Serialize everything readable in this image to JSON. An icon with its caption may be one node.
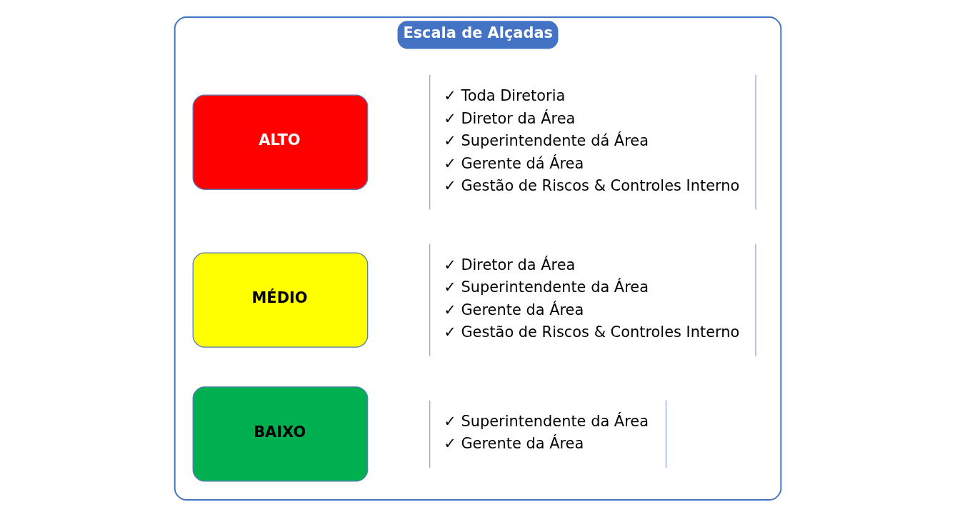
{
  "diagram": {
    "nodes": [
      {
        "text": [
          "Escala de Alçadas"
        ]
      },
      {
        "text": [
          "ALTO"
        ],
        "in": 0
      },
      {
        "text": [
          "✓ Toda Diretoria",
          "✓ Diretor da Área",
          "✓ Superintendente dá Área",
          "✓ Gerente dá Área",
          "✓ Gestão de Riscos & Controles Interno"
        ],
        "in": 0
      },
      {
        "text": [
          "MÉDIO"
        ],
        "in": 0
      },
      {
        "text": [
          "✓ Diretor da Área",
          "✓ Superintendente da Área",
          "✓ Gerente da Área",
          "✓ Gestão de Riscos & Controles Interno"
        ],
        "in": 0
      },
      {
        "text": [
          "BAIXO"
        ],
        "in": 0
      },
      {
        "text": [
          "✓ Superintendente da Área",
          "✓ Gerente da Área"
        ],
        "in": 0
      }
    ],
    "edges": []
  }
}
